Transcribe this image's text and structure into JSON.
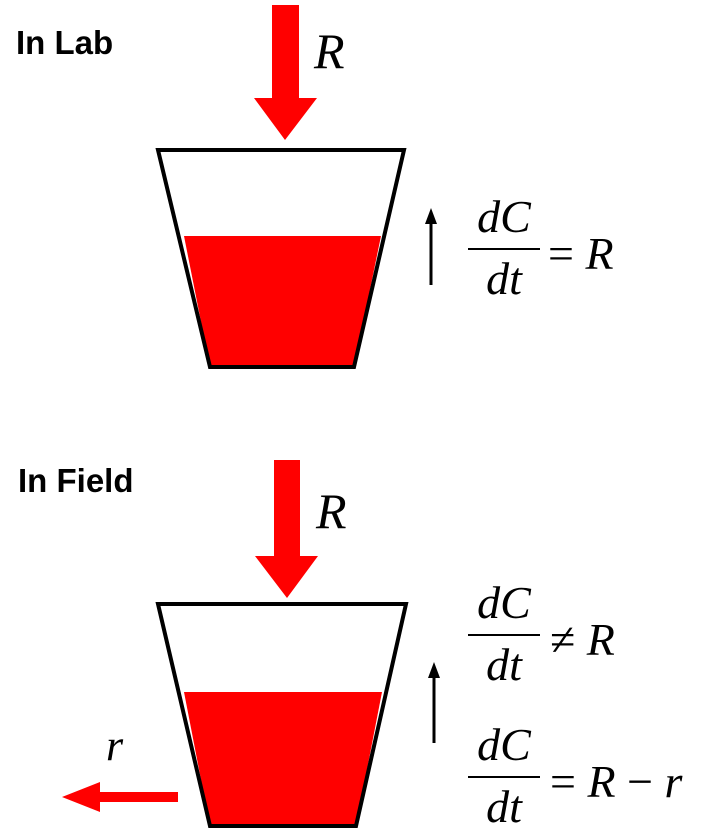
{
  "colors": {
    "fluid": "#ff0000",
    "arrow": "#ff0000",
    "outline": "#000000",
    "background": "#ffffff"
  },
  "lab": {
    "title": "In Lab",
    "inflow_label": "R",
    "rate": {
      "numerator": "dC",
      "denominator": "dt",
      "relation": "=",
      "rhs": "R"
    }
  },
  "field": {
    "title": "In Field",
    "inflow_label": "R",
    "outflow_label": "r",
    "rate_not_equal": {
      "numerator": "dC",
      "denominator": "dt",
      "relation": "≠",
      "rhs": "R"
    },
    "rate_balance": {
      "numerator": "dC",
      "denominator": "dt",
      "relation": "=",
      "rhs_a": "R",
      "minus": "−",
      "rhs_b": "r"
    }
  }
}
